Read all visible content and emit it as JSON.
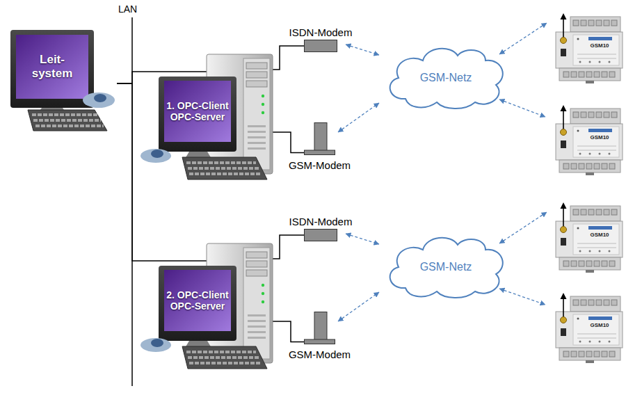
{
  "diagram": {
    "nodes": [
      {
        "text": [
          "Leit- system"
        ]
      },
      {
        "text": [
          "1. OPC-Client OPC-Server"
        ]
      },
      {
        "text": [
          "ISDN-Modem"
        ]
      },
      {
        "text": [
          "GSM-Modem"
        ]
      },
      {
        "text": [
          "GSM-Netz"
        ]
      },
      {
        "text": [
          "GSM10"
        ]
      },
      {
        "text": [
          "GSM10"
        ]
      },
      {
        "text": [
          "2. OPC-Client OPC-Server"
        ]
      },
      {
        "text": [
          "ISDN-Modem"
        ]
      },
      {
        "text": [
          "GSM-Modem"
        ]
      },
      {
        "text": [
          "GSM-Netz"
        ]
      },
      {
        "text": [
          "GSM10"
        ]
      },
      {
        "text": [
          "GSM10"
        ]
      }
    ],
    "edges": [
      {
        "from": 0,
        "to": 1,
        "arrow": "none"
      },
      {
        "from": 0,
        "to": 7,
        "arrow": "none"
      },
      {
        "from": 1,
        "to": 2,
        "arrow": "none"
      },
      {
        "from": 1,
        "to": 3,
        "arrow": "none"
      },
      {
        "from": 2,
        "to": 4,
        "arrow": "both"
      },
      {
        "from": 3,
        "to": 4,
        "arrow": "both"
      },
      {
        "from": 4,
        "to": 5,
        "arrow": "both"
      },
      {
        "from": 4,
        "to": 6,
        "arrow": "both"
      },
      {
        "from": 7,
        "to": 8,
        "arrow": "none"
      },
      {
        "from": 7,
        "to": 9,
        "arrow": "none"
      },
      {
        "from": 8,
        "to": 10,
        "arrow": "both"
      },
      {
        "from": 9,
        "to": 10,
        "arrow": "both"
      },
      {
        "from": 10,
        "to": 11,
        "arrow": "both"
      },
      {
        "from": 10,
        "to": 12,
        "arrow": "both"
      }
    ],
    "labels": [
      "LAN"
    ]
  }
}
